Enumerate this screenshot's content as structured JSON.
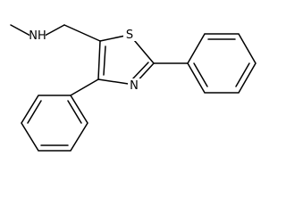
{
  "atoms": {
    "nh": "NH",
    "s": "S",
    "n": "N"
  }
}
